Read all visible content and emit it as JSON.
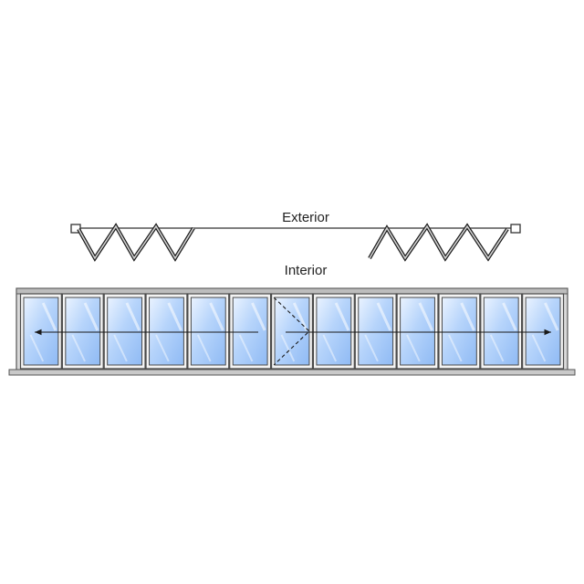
{
  "labels": {
    "exterior": "Exterior",
    "interior": "Interior"
  },
  "diagram": {
    "panel_count": 13,
    "left_stack_panels": 6,
    "right_stack_panels": 7,
    "swing_door_panel": 7
  },
  "colors": {
    "frame": "#7d7d7d",
    "frame_dark": "#4a4a4a",
    "glass_light": "#eaf3ff",
    "glass_mid": "#b6d4fb",
    "glass_dark": "#8fbaf4",
    "track": "#d9d9d9",
    "line": "#1a1a1a"
  }
}
